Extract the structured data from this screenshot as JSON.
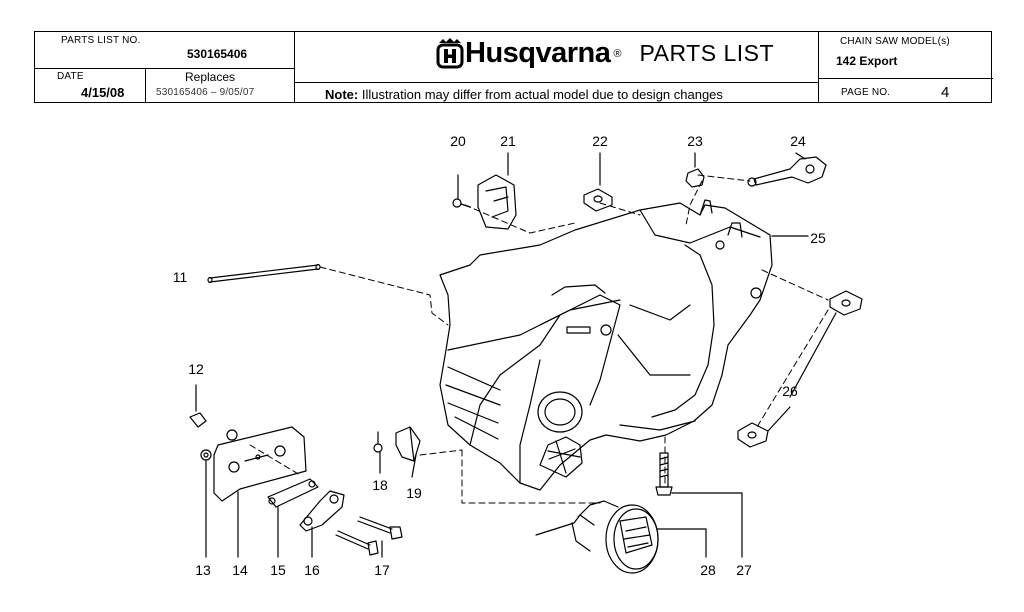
{
  "header": {
    "parts_list_no_label": "PARTS LIST NO.",
    "parts_list_no": "530165406",
    "date_label": "DATE",
    "date": "4/15/08",
    "replaces_label": "Replaces",
    "replaces": "530165406 – 9/05/07",
    "brand": "Husqvarna",
    "registered": "®",
    "title": "PARTS LIST",
    "note_label": "Note:",
    "note": "Illustration may differ from actual model due to design changes",
    "model_label": "CHAIN SAW MODEL(s)",
    "model": "142 Export",
    "page_label": "PAGE   NO.",
    "page_no": "4"
  },
  "callouts": {
    "c11": "11",
    "c12": "12",
    "c13": "13",
    "c14": "14",
    "c15": "15",
    "c16": "16",
    "c17": "17",
    "c18": "18",
    "c19": "19",
    "c20": "20",
    "c21": "21",
    "c22": "22",
    "c23": "23",
    "c24": "24",
    "c25": "25",
    "c26": "26",
    "c27": "27",
    "c28": "28"
  },
  "icons": {
    "logo": "husqvarna-crown-h-icon"
  }
}
